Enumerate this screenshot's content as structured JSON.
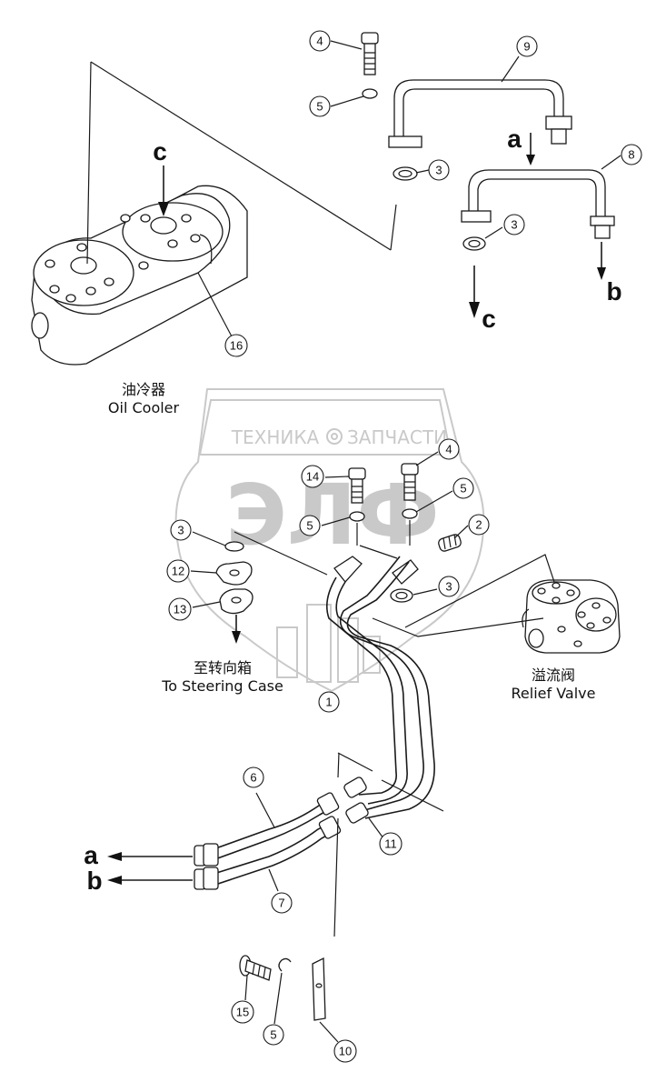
{
  "watermark": {
    "line1_left": "ТЕХНИКА",
    "line1_right": "ЗАПЧАСТИ",
    "big": "ЭЛФ"
  },
  "labels": {
    "oil_cooler_cn": "油冷器",
    "oil_cooler_en": "Oil Cooler",
    "steering_cn": "至转向箱",
    "steering_en": "To Steering Case",
    "relief_cn": "溢流阀",
    "relief_en": "Relief Valve"
  },
  "flow_letters": {
    "c_top": "c",
    "a_top": "a",
    "b_right": "b",
    "c_mid": "c",
    "a_left": "a",
    "b_left": "b"
  },
  "callouts": {
    "c4_top": "4",
    "c5_top": "5",
    "c9": "9",
    "c3_a": "3",
    "c8": "8",
    "c3_b": "3",
    "c16": "16",
    "c4_mid": "4",
    "c14": "14",
    "c5_mid_r": "5",
    "c5_mid_l": "5",
    "c2": "2",
    "c3_left": "3",
    "c12": "12",
    "c13": "13",
    "c3_mid": "3",
    "c1": "1",
    "c6": "6",
    "c7": "7",
    "c11": "11",
    "c15": "15",
    "c5_bottom": "5",
    "c10": "10"
  }
}
